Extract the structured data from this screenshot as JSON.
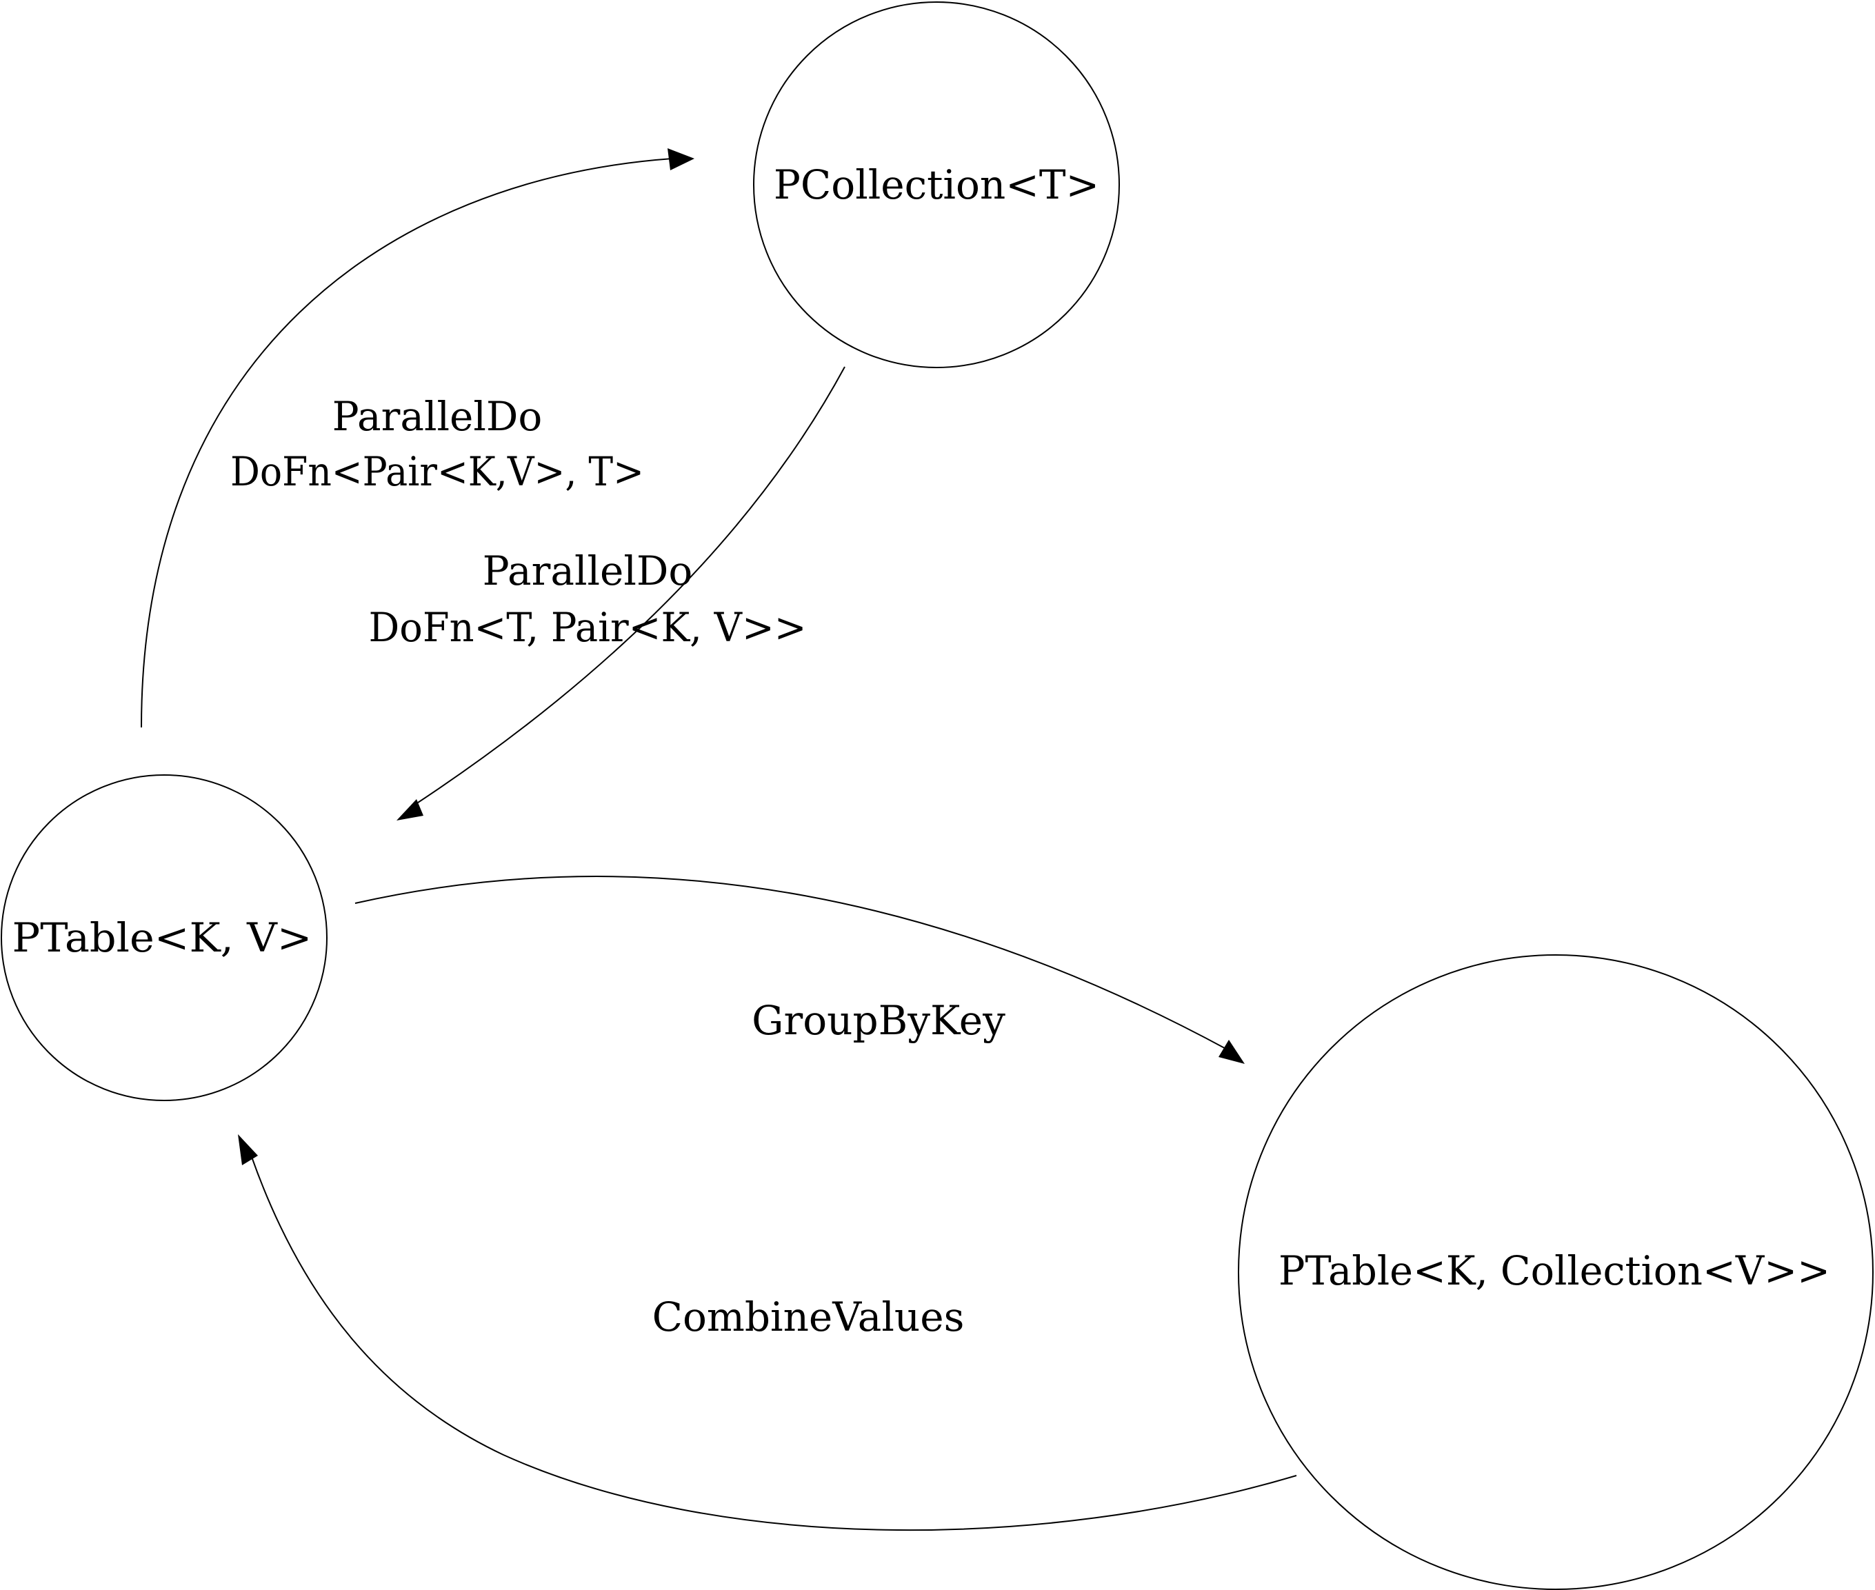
{
  "nodes": {
    "pcollection": {
      "label": "PCollection<T>"
    },
    "ptable": {
      "label": "PTable<K, V>"
    },
    "ptable_collection": {
      "label": "PTable<K, Collection<V>>"
    }
  },
  "edges": {
    "ptable_to_pcollection": {
      "line1": "ParallelDo",
      "line2": "DoFn<Pair<K,V>, T>"
    },
    "pcollection_to_ptable": {
      "line1": "ParallelDo",
      "line2": "DoFn<T, Pair<K, V>>"
    },
    "group_by_key": {
      "label": "GroupByKey"
    },
    "combine_values": {
      "label": "CombineValues"
    }
  },
  "colors": {
    "stroke": "#000000",
    "background": "#ffffff"
  }
}
